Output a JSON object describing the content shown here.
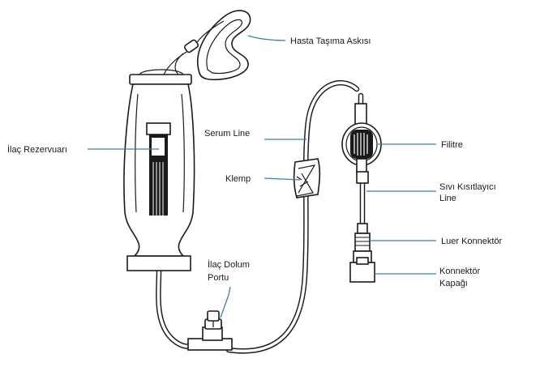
{
  "labels": {
    "hanger": "Hasta Taşıma Askısı",
    "reservoir": "İlaç Rezervuarı",
    "serum_line": "Serum Line",
    "clamp": "Klemp",
    "fill_port_line1": "İlaç Dolum",
    "fill_port_line2": "Portu",
    "filter": "Filitre",
    "flow_restrictor_line1": "Sıvı Kısıtlayıcı",
    "flow_restrictor_line2": "Line",
    "luer_connector": "Luer Konnektör",
    "connector_cap_line1": "Konnektör",
    "connector_cap_line2": "Kapağı"
  },
  "colors": {
    "leader": "#3f7fa6",
    "outline": "#1a1a1a"
  }
}
